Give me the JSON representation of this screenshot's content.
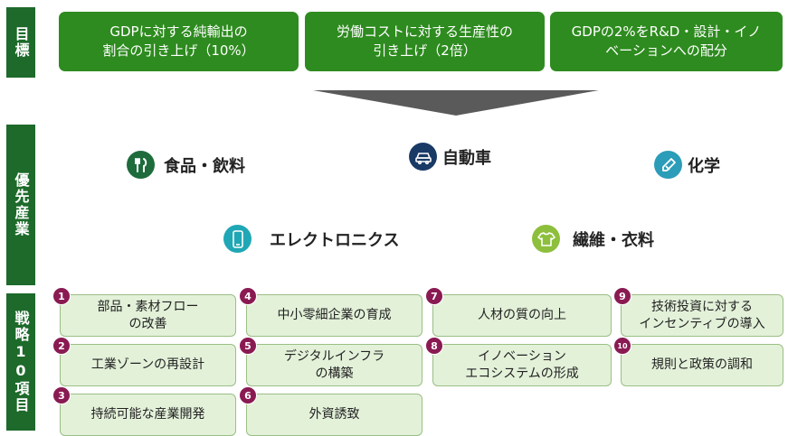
{
  "labels": {
    "goals": "目標",
    "priority": "優先産業",
    "strategy": "戦略10項目"
  },
  "goals": [
    "GDPに対する純輸出の\n割合の引き上げ（10%）",
    "労働コストに対する生産性の\n引き上げ（2倍）",
    "GDPの2%をR&D・設計・イノ\nベーションへの配分"
  ],
  "industries": [
    {
      "name": "食品・飲料",
      "icon": "food-icon",
      "color": "#1e6b3c"
    },
    {
      "name": "自動車",
      "icon": "car-icon",
      "color": "#1a3a66"
    },
    {
      "name": "化学",
      "icon": "chemical-icon",
      "color": "#2b9db8"
    },
    {
      "name": "エレクトロニクス",
      "icon": "smartphone-icon",
      "color": "#20a7b5"
    },
    {
      "name": "繊維・衣料",
      "icon": "tshirt-icon",
      "color": "#8dbf3c"
    }
  ],
  "strategies": [
    {
      "num": "1",
      "text": "部品・素材フロー\nの改善"
    },
    {
      "num": "2",
      "text": "工業ゾーンの再設計"
    },
    {
      "num": "3",
      "text": "持続可能な産業開発"
    },
    {
      "num": "4",
      "text": "中小零細企業の育成"
    },
    {
      "num": "5",
      "text": "デジタルインフラ\nの構築"
    },
    {
      "num": "6",
      "text": "外資誘致"
    },
    {
      "num": "7",
      "text": "人材の質の向上"
    },
    {
      "num": "8",
      "text": "イノベーション\nエコシステムの形成"
    },
    {
      "num": "9",
      "text": "技術投資に対する\nインセンティブの導入"
    },
    {
      "num": "10",
      "text": "規則と政策の調和"
    }
  ]
}
